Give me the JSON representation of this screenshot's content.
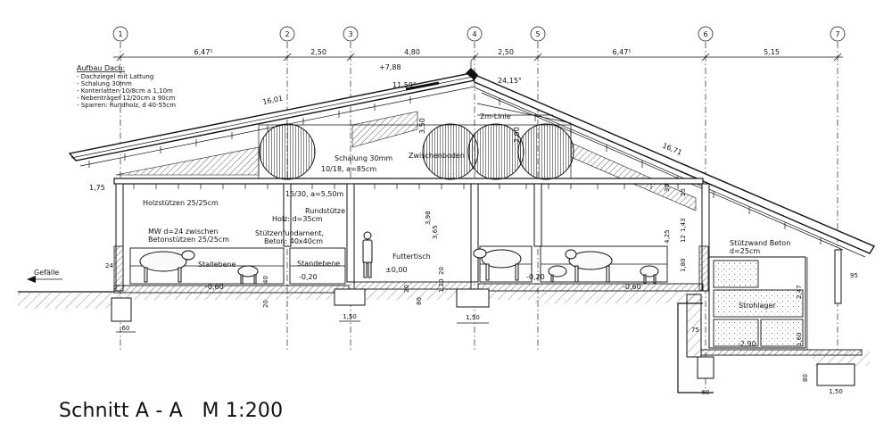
{
  "caption": "Schnitt A - A   M 1:200",
  "axes": [
    "1",
    "2",
    "3",
    "4",
    "5",
    "6",
    "7"
  ],
  "top_dimensions": [
    "6,47⁵",
    "2,50",
    "4,80",
    "2,50",
    "6,47⁵",
    "5,15"
  ],
  "roof_note": {
    "title": "Aufbau Dach:",
    "lines": [
      "- Dachziegel mit Lattung",
      "- Schalung 30mm",
      "- Konterlatten 10/8cm a  1,10m",
      "- Nebenträger 12/20cm a  90cm",
      "- Sparren: Rundholz, d  40-55cm"
    ]
  },
  "labels": {
    "ridge_height": "+7,88",
    "slope_left": "11,59°",
    "slope_right": "24,15°",
    "rafter_left": "16,01",
    "rafter_right": "16,71",
    "height_3_50": "3,50",
    "height_2_00": "2,00",
    "two_m_line": "2m-Linie",
    "schalung": "Schalung 30mm",
    "purlin": "10/18, a=85cm",
    "zwischenboden": "Zwischenboden",
    "beam": "15/30, a=5,50m",
    "eave_left": "1,75",
    "holzstuetzen": "Holzstützen 25/25cm",
    "mw_line1": "MW d=24 zwischen",
    "mw_line2": "Betonstützen 25/25cm",
    "rundstuetze_1": "Rundstütze",
    "rundstuetze_2": "Holz: d=35cm",
    "fundament_1": "Stützenfundament,",
    "fundament_2": "Beton: 40x40cm",
    "futtertisch": "Futtertisch",
    "stallebene": "Stallebene",
    "standebene": "Standebene",
    "level_0": "±0,00",
    "level_m060_left": "-0,60",
    "level_m020_left": "-0,20",
    "level_m020_right": "-0,20",
    "level_m060_right": "-0,60",
    "level_m290": "-2,90",
    "gefaelle": "Gefälle",
    "stuetzwand_1": "Stützwand Beton",
    "stuetzwand_2": "d=25cm",
    "strohlager": "Strohlager",
    "dim_3_98": "3,98",
    "dim_3_65": "3,65",
    "dim_1_20": "1,20",
    "dim_1_80": "1,80",
    "dim_4_25": "4,25",
    "dim_1_43": "1,43",
    "dim_12": "12",
    "dim_25_top": "25",
    "dim_30": "30",
    "dim_2_47": "2,47",
    "dim_1_60": "1,60",
    "dim_75": "75",
    "dim_80_right": "80",
    "dim_95": "95",
    "dim_24": "24",
    "dim_40": "40",
    "dim_20_a": "20",
    "dim_20_b": "20",
    "dim_20_c": "20",
    "dim_80_mid": "80",
    "footing_1_50_a": "1,50",
    "footing_1_50_b": "1,50",
    "footing_1_50_c": "1,50",
    "footing_60_left": "60",
    "footing_60_right": "60"
  }
}
